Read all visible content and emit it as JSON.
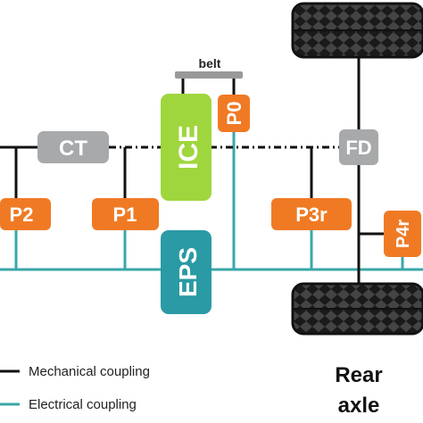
{
  "colors": {
    "mechanical": "#111111",
    "electrical": "#3aa7a8",
    "motor_orange": "#f07a24",
    "engine_green": "#9fd63d",
    "eps_teal": "#2a9aa4",
    "gray_box": "#a7a9ab",
    "belt": "#999999"
  },
  "components": {
    "ct": "CT",
    "ice": "ICE",
    "p0": "P0",
    "fd": "FD",
    "p2": "P2",
    "p1": "P1",
    "p3r": "P3r",
    "p4r": "P4r",
    "eps": "EPS",
    "belt": "belt"
  },
  "legend": {
    "mechanical": "Mechanical coupling",
    "electrical": "Electrical coupling"
  },
  "axle_label": {
    "line1": "Rear",
    "line2": "axle"
  }
}
